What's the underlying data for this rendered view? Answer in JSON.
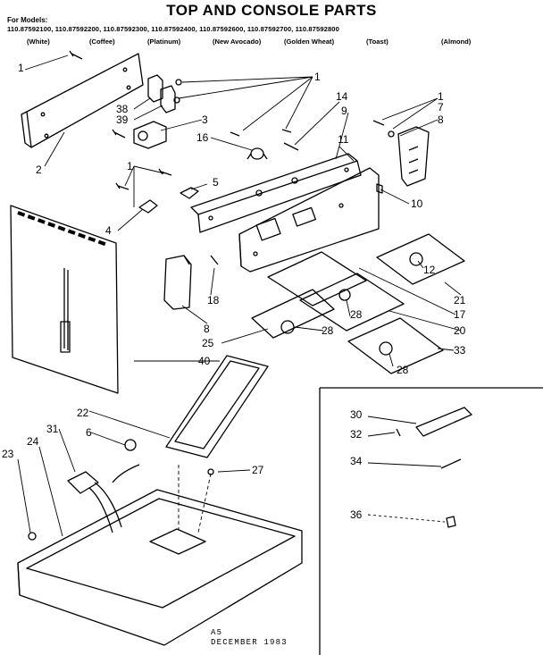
{
  "header": {
    "title": "TOP AND CONSOLE PARTS",
    "for_models_label": "For Models:",
    "models_line": "110.87592100, 110.87592200, 110.87592300, 110.87592400, 110.87592600, 110.87592700, 110.87592800",
    "colors": [
      "(White)",
      "(Coffee)",
      "(Platinum)",
      "(New Avocado)",
      "(Golden Wheat)",
      "(Toast)",
      "(Almond)"
    ]
  },
  "callouts": [
    {
      "id": "c1a",
      "text": "1"
    },
    {
      "id": "c38",
      "text": "38"
    },
    {
      "id": "c39",
      "text": "39"
    },
    {
      "id": "c2",
      "text": "2"
    },
    {
      "id": "c1b",
      "text": "1"
    },
    {
      "id": "c3",
      "text": "3"
    },
    {
      "id": "c16",
      "text": "16"
    },
    {
      "id": "c14",
      "text": "14"
    },
    {
      "id": "c9",
      "text": "9"
    },
    {
      "id": "c11",
      "text": "11"
    },
    {
      "id": "c1c",
      "text": "1"
    },
    {
      "id": "c7",
      "text": "7"
    },
    {
      "id": "c8a",
      "text": "8"
    },
    {
      "id": "c1d",
      "text": "1"
    },
    {
      "id": "c5",
      "text": "5"
    },
    {
      "id": "c4",
      "text": "4"
    },
    {
      "id": "c10",
      "text": "10"
    },
    {
      "id": "c12",
      "text": "12"
    },
    {
      "id": "c21",
      "text": "21"
    },
    {
      "id": "c18",
      "text": "18"
    },
    {
      "id": "c17",
      "text": "17"
    },
    {
      "id": "c28a",
      "text": "28"
    },
    {
      "id": "c8b",
      "text": "8"
    },
    {
      "id": "c20",
      "text": "20"
    },
    {
      "id": "c28b",
      "text": "28"
    },
    {
      "id": "c25",
      "text": "25"
    },
    {
      "id": "c33",
      "text": "33"
    },
    {
      "id": "c40",
      "text": "40"
    },
    {
      "id": "c28c",
      "text": "28"
    },
    {
      "id": "c22",
      "text": "22"
    },
    {
      "id": "c30",
      "text": "30"
    },
    {
      "id": "c6",
      "text": "6"
    },
    {
      "id": "c31",
      "text": "31"
    },
    {
      "id": "c32",
      "text": "32"
    },
    {
      "id": "c23",
      "text": "23"
    },
    {
      "id": "c24",
      "text": "24"
    },
    {
      "id": "c34",
      "text": "34"
    },
    {
      "id": "c27",
      "text": "27"
    },
    {
      "id": "c36",
      "text": "36"
    }
  ],
  "footer": {
    "code": "A5",
    "date": "DECEMBER 1983"
  }
}
